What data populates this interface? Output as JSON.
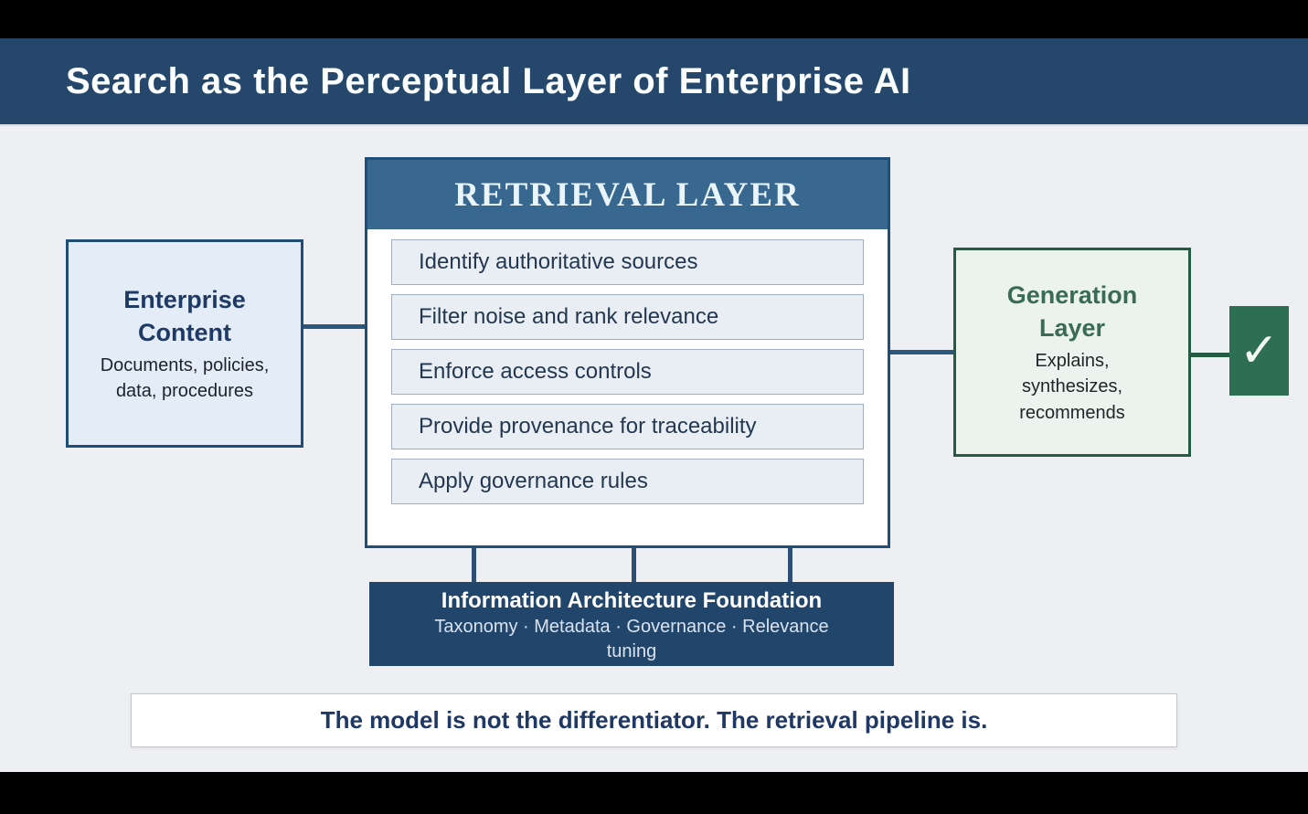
{
  "title_bar": {
    "title": "Search as the Perceptual Layer of Enterprise AI"
  },
  "diagram": {
    "enterprise_box": {
      "title": "Enterprise Content",
      "subtitle": "Documents, policies, data, procedures"
    },
    "retrieval_box": {
      "header": "RETRIEVAL LAYER",
      "items": [
        "Identify authoritative sources",
        "Filter noise and rank relevance",
        "Enforce access controls",
        "Provide provenance for traceability",
        "Apply governance rules"
      ]
    },
    "generation_box": {
      "title": "Generation Layer",
      "subtitle": "Explains, synthesizes, recommends"
    },
    "check_icon": "✓",
    "foundation_box": {
      "title": "Information Architecture Foundation",
      "subtitle": "Taxonomy · Metadata · Governance · Relevance tuning"
    }
  },
  "callout": {
    "text": "The model is not the differentiator. The retrieval pipeline is."
  },
  "colors": {
    "title_bar_navy": "#24476b",
    "retrieval_header_blue": "#38678f",
    "box_border_navy": "#1f4e79",
    "item_fill": "#e9eef5",
    "enterprise_fill": "#e4ecf7",
    "generation_fill": "#ecf3ee",
    "generation_green": "#235c42",
    "check_square_green": "#2e6e52",
    "foundation_navy": "#21456b",
    "connector_navy": "#2d567e",
    "background_gray": "#edeff2"
  }
}
